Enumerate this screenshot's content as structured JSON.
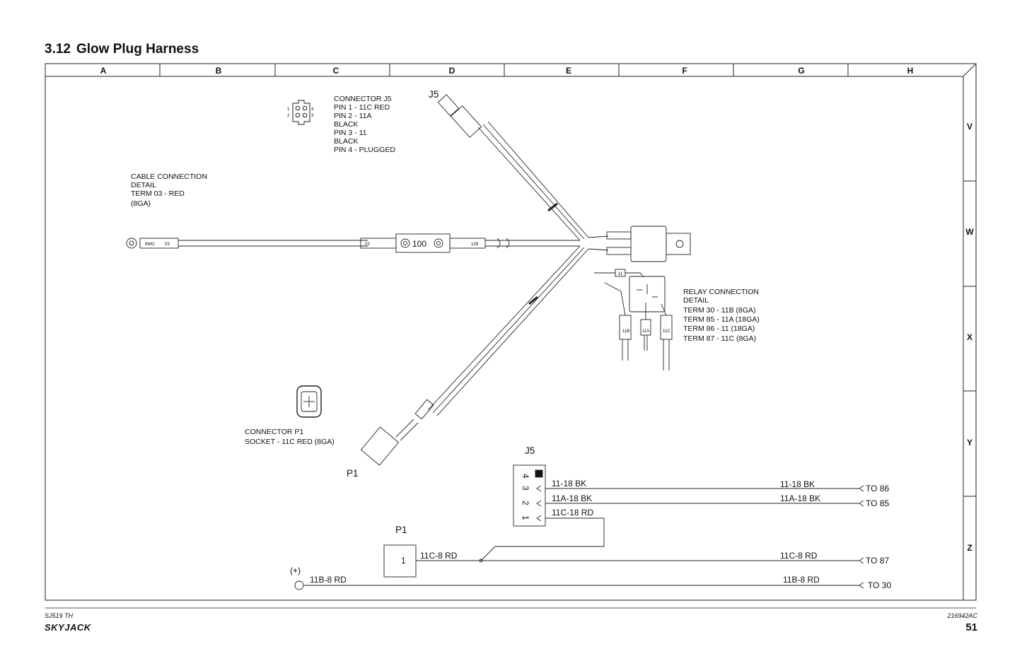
{
  "header": {
    "section_number": "3.12",
    "section_title": "Glow Plug Harness"
  },
  "grid": {
    "columns": [
      "A",
      "B",
      "C",
      "D",
      "E",
      "F",
      "G",
      "H"
    ],
    "rows": [
      "V",
      "W",
      "X",
      "Y",
      "Z"
    ]
  },
  "connector_j5_detail": {
    "lines": [
      "CONNECTOR J5",
      "PIN 1 - 11C RED",
      "PIN 2 - 11A",
      "BLACK",
      "PIN 3 - 11",
      "BLACK",
      "PIN 4 - PLUGGED"
    ],
    "pins": [
      "1",
      "2",
      "4",
      "3"
    ]
  },
  "cable_detail": {
    "lines": [
      "CABLE CONNECTION",
      "DETAIL",
      "TERM 03 - RED",
      "(8GA)"
    ]
  },
  "relay_detail": {
    "lines": [
      "RELAY CONNECTION",
      "DETAIL",
      "TERM 30 - 11B (8GA)",
      "TERM 85 - 11A (18GA)",
      "TERM 86 - 11 (18GA)",
      "TERM 87 - 11C (8GA)"
    ]
  },
  "connector_p1_detail": {
    "lines": [
      "CONNECTOR P1",
      "SOCKET - 11C RED (8GA)"
    ]
  },
  "harness": {
    "j5_label": "J5",
    "p1_label": "P1",
    "fuse_value": "100",
    "ring_tag": "8WG",
    "tag_a": "03",
    "tag_b": "03",
    "tag_c": "11B",
    "relay_tags": [
      "11",
      "11B",
      "11A",
      "11C"
    ]
  },
  "schematic": {
    "j5_title": "J5",
    "j5_pins": [
      "4",
      "3",
      "2",
      "1"
    ],
    "p1_title": "P1",
    "p1_pin": "1",
    "positive": "(+)",
    "wires": [
      {
        "left": "11-18 BK",
        "right": "11-18 BK",
        "dest": "TO 86"
      },
      {
        "left": "11A-18 BK",
        "right": "11A-18 BK",
        "dest": "TO 85"
      },
      {
        "left": "11C-18 RD",
        "right": "",
        "dest": ""
      },
      {
        "left": "11C-8 RD",
        "right": "11C-8 RD",
        "dest": "TO 87"
      },
      {
        "left": "11B-8 RD",
        "right": "11B-8 RD",
        "dest": "TO 30"
      }
    ]
  },
  "footer": {
    "model": "SJ519 TH",
    "brand": "SKYJACK",
    "doc_number": "216942AC",
    "page": "51"
  }
}
